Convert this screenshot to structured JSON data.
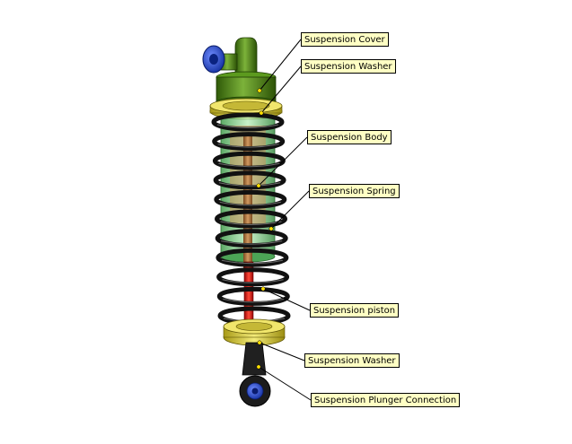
{
  "diagram": {
    "colors": {
      "cover": "#4e8a10",
      "valve_cap": "#1b3fc8",
      "washer": "#e8dc4a",
      "body": "#86d28c",
      "spring": "#111111",
      "piston": "#e01010",
      "rod": "#b87840",
      "plunger": "#1a1a1a",
      "callout_fill": "#ffffc4",
      "leader_dot": "#ffe000"
    },
    "labels": [
      {
        "id": "cover",
        "text": "Suspension Cover"
      },
      {
        "id": "washer-top",
        "text": "Suspension Washer"
      },
      {
        "id": "body",
        "text": "Suspension Body"
      },
      {
        "id": "spring",
        "text": "Suspension Spring"
      },
      {
        "id": "piston",
        "text": "Suspension piston"
      },
      {
        "id": "washer-bottom",
        "text": "Suspension Washer"
      },
      {
        "id": "plunger",
        "text": "Suspension Plunger Connection"
      }
    ]
  }
}
